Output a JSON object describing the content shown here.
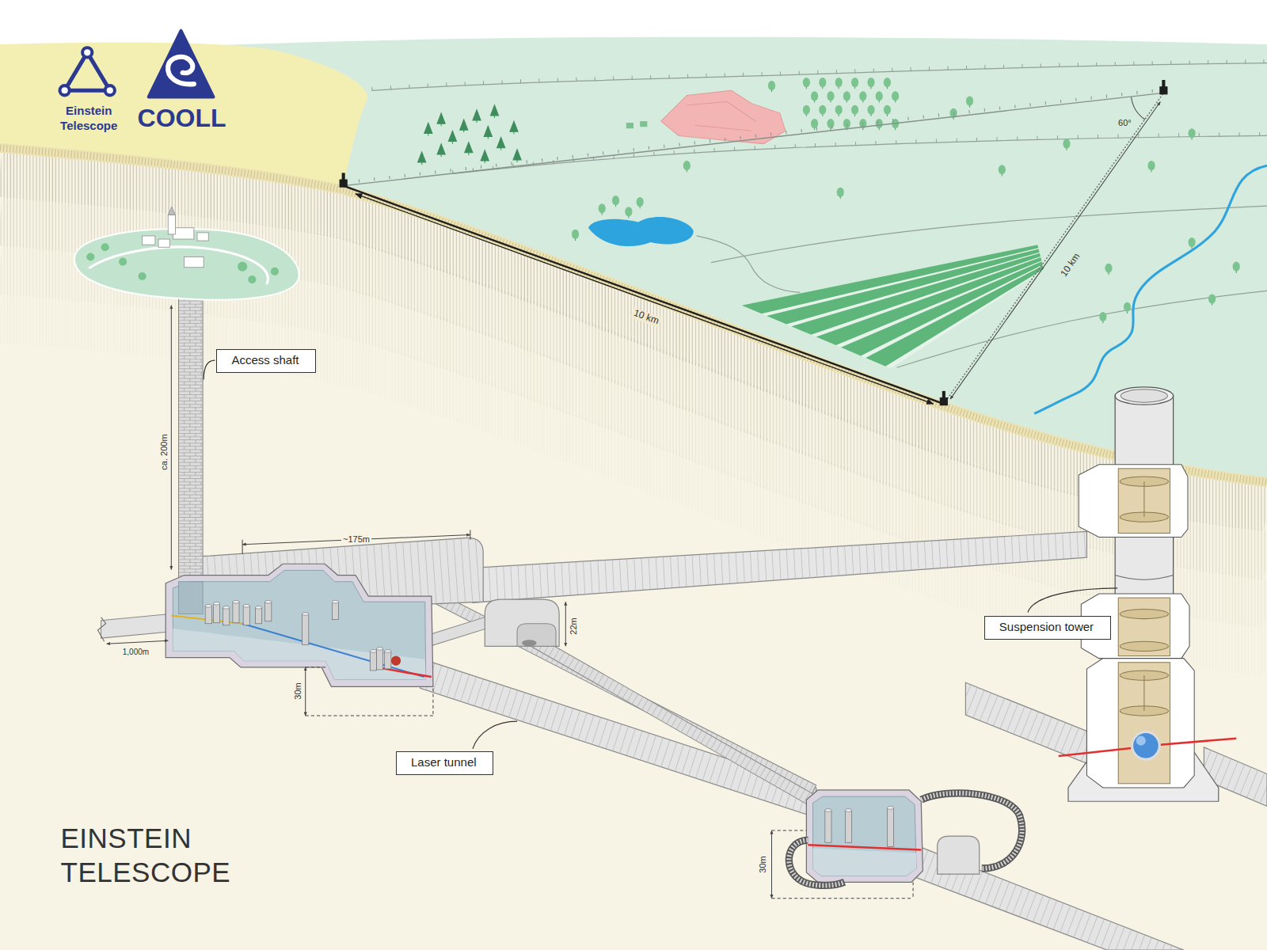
{
  "diagram": {
    "title": "EINSTEIN TELESCOPE",
    "nodes": [
      {
        "text": [
          "Access shaft"
        ]
      },
      {
        "text": [
          "Suspension tower"
        ]
      },
      {
        "text": [
          "Laser tunnel"
        ]
      }
    ],
    "labels": [
      "Einstein Telescope",
      "COOLL",
      "60°",
      "10 km",
      "10 km",
      "ca. 200m",
      "~175m",
      "22m",
      "1,000m",
      "30m",
      "30m"
    ]
  }
}
